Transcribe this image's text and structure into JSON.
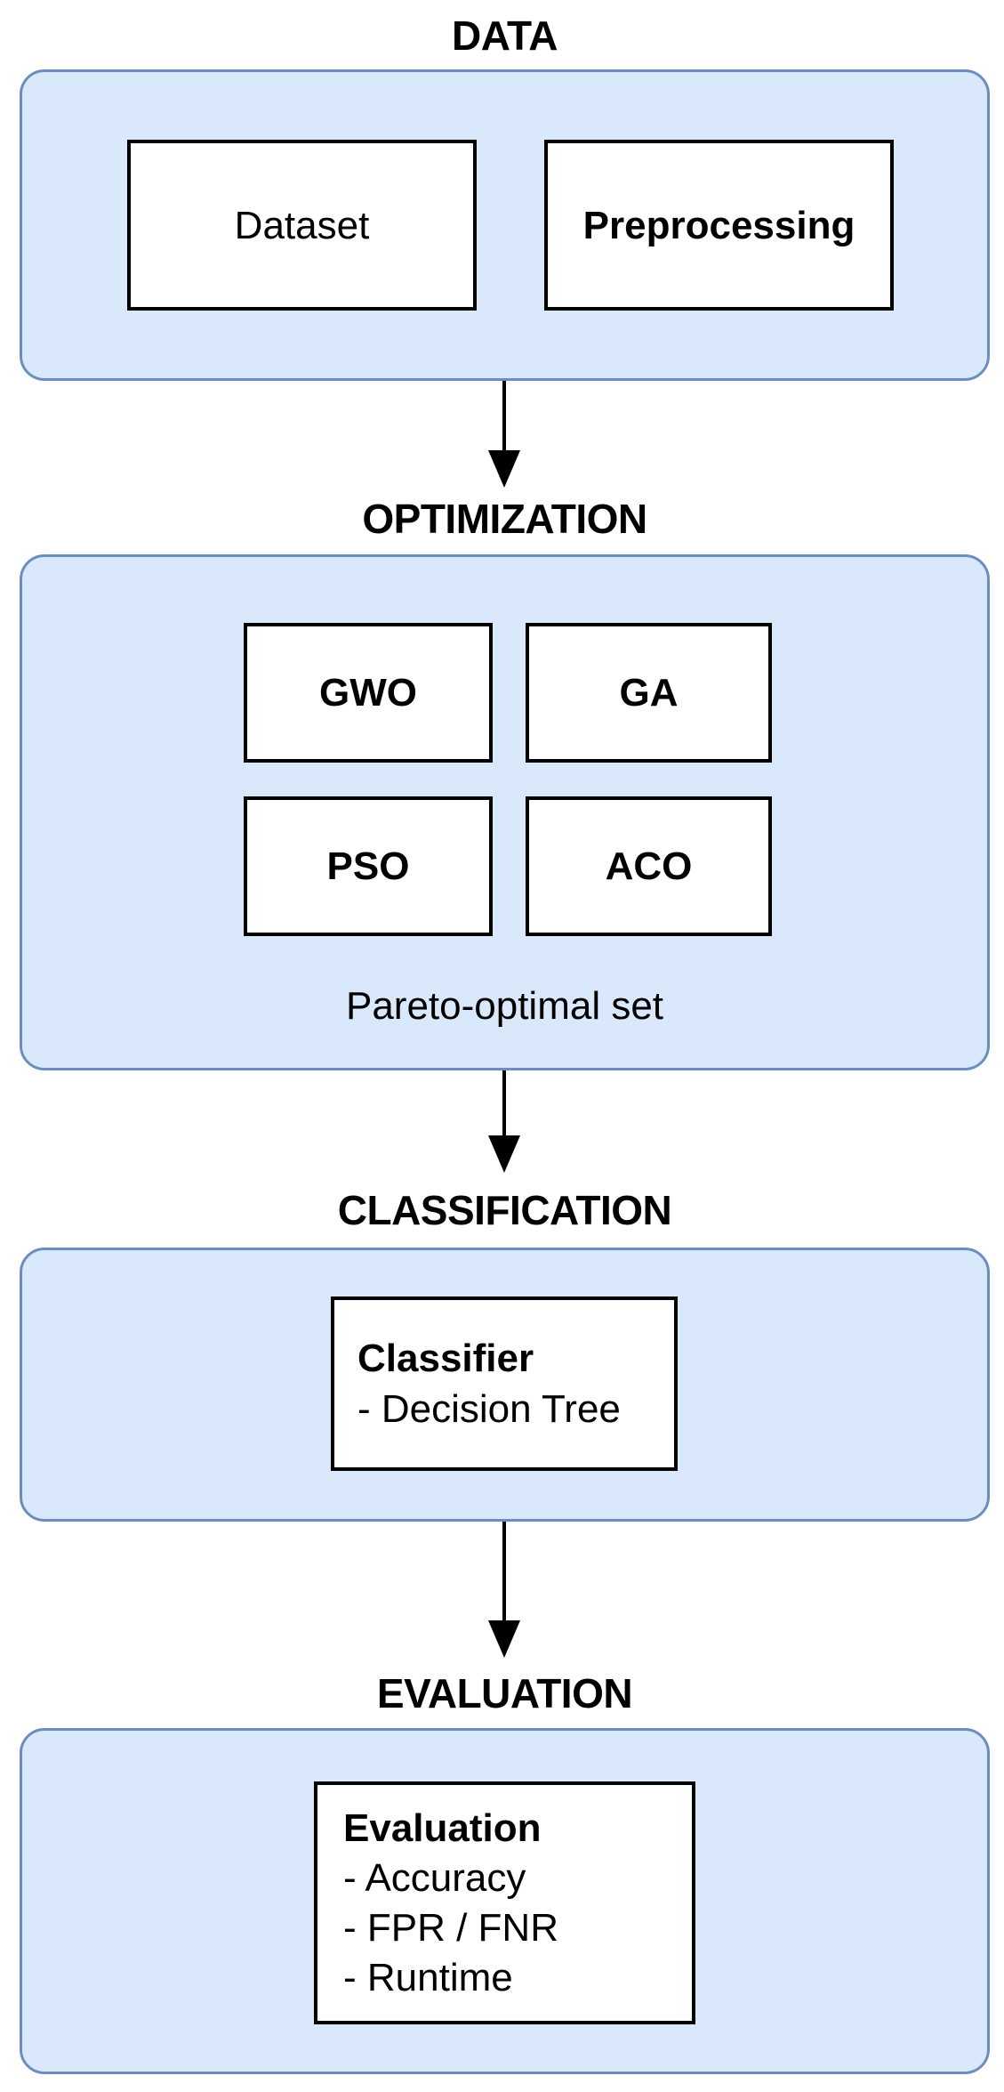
{
  "colors": {
    "background": "#ffffff",
    "panel_fill": "#dae8fc",
    "panel_stroke": "#6c8ebf",
    "node_fill": "#ffffff",
    "node_stroke": "#000000",
    "text": "#000000",
    "arrow": "#000000"
  },
  "sections": {
    "data": {
      "heading": "DATA",
      "boxes": {
        "dataset": {
          "label": "Dataset"
        },
        "preprocessing": {
          "label": "Preprocessing"
        }
      }
    },
    "optimization": {
      "heading": "OPTIMIZATION",
      "boxes": {
        "gwo": {
          "label": "GWO"
        },
        "ga": {
          "label": "GA"
        },
        "pso": {
          "label": "PSO"
        },
        "aco": {
          "label": "ACO"
        }
      },
      "caption": "Pareto-optimal set"
    },
    "classification": {
      "heading": "CLASSIFICATION",
      "box": {
        "title": "Classifier",
        "items": [
          "- Decision Tree"
        ]
      }
    },
    "evaluation": {
      "heading": "EVALUATION",
      "box": {
        "title": "Evaluation",
        "items": [
          "- Accuracy",
          "- FPR / FNR",
          "- Runtime"
        ]
      }
    }
  },
  "connectors": [
    {
      "icon": "arrow-down"
    },
    {
      "icon": "arrow-down"
    },
    {
      "icon": "arrow-down"
    }
  ]
}
